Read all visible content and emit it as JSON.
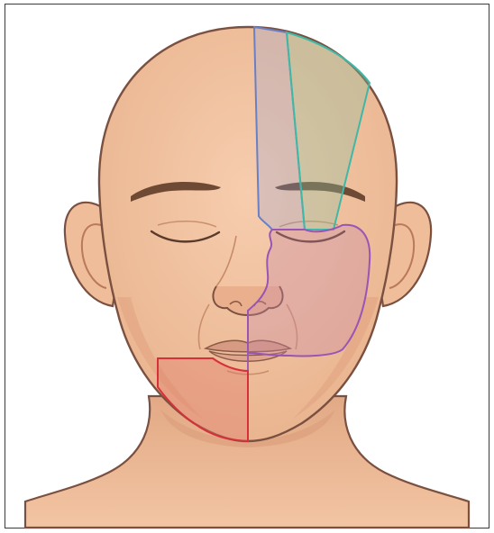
{
  "figure": {
    "subject": "face-anterior-view",
    "colors": {
      "skin": "#f2c4a1",
      "skin_shade": "#e8ad88",
      "outline": "#7a5040",
      "brow": "#6e4a35",
      "region_blue": "#6a7fc4",
      "region_teal": "#3fb8a6",
      "region_purple": "#9a55b4",
      "region_red": "#d6313a"
    },
    "regions": [
      {
        "id": "forehead-medial",
        "color_key": "region_blue"
      },
      {
        "id": "forehead-lateral",
        "color_key": "region_teal"
      },
      {
        "id": "cheek-midface",
        "color_key": "region_purple"
      },
      {
        "id": "chin-mandible",
        "color_key": "region_red"
      }
    ]
  }
}
